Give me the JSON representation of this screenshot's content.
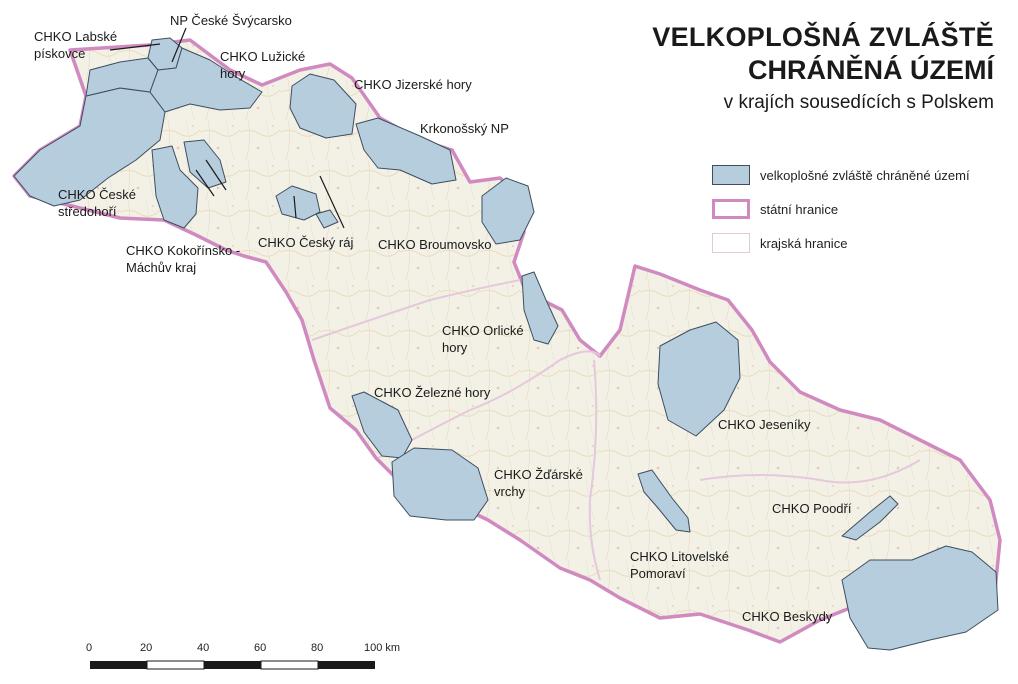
{
  "title": {
    "line1": "VELKOPLOŠNÁ ZVLÁŠTĚ",
    "line2": "CHRÁNĚNÁ ÚZEMÍ",
    "subtitle": "v krajích sousedících s Polskem"
  },
  "legend": {
    "protected_area": "velkoplošné zvláště chráněné území",
    "state_border": "státní hranice",
    "region_border": "krajská hranice"
  },
  "labels": {
    "labske_a": "CHKO Labské",
    "labske_b": "pískovce",
    "np_ceske": "NP České Švýcarsko",
    "luzicke_a": "CHKO Lužické",
    "luzicke_b": "hory",
    "jizerske": "CHKO Jizerské hory",
    "krkonossky": "Krkonošský NP",
    "stredohori_a": "CHKO České",
    "stredohori_b": "středohoří",
    "kokorinsko_a": "CHKO Kokořínsko -",
    "kokorinsko_b": "Máchův kraj",
    "cesky_raj": "CHKO Český ráj",
    "broumovsko": "CHKO Broumovsko",
    "orlicke_a": "CHKO Orlické",
    "orlicke_b": "hory",
    "zelezne": "CHKO Železné hory",
    "zdarske_a": "CHKO Žďárské",
    "zdarske_b": "vrchy",
    "jeseniky": "CHKO Jeseníky",
    "poodri": "CHKO Poodří",
    "litovelske_a": "CHKO Litovelské",
    "litovelske_b": "Pomoraví",
    "beskydy": "CHKO Beskydy"
  },
  "scale_bar": {
    "ticks": [
      "0",
      "20",
      "40",
      "60",
      "80",
      "100 km"
    ]
  },
  "colors": {
    "protected_fill": "#b6cdde",
    "protected_stroke": "#3e4e5e",
    "state_border": "#d08ac0",
    "region_border": "#e6c8dc",
    "land": "#f3f0e6"
  }
}
